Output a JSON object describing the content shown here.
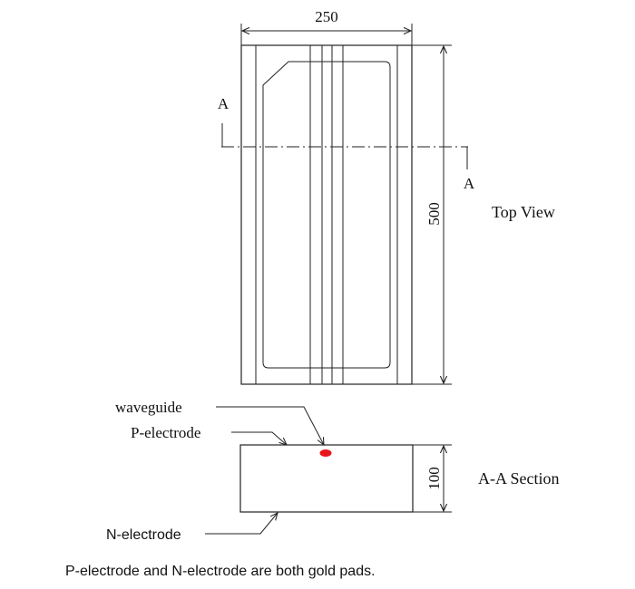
{
  "top_view": {
    "width_dim": "250",
    "length_dim": "500",
    "section_mark_left": "A",
    "section_mark_right": "A",
    "label": "Top View"
  },
  "section_view": {
    "height_dim": "100",
    "label": "A-A Section",
    "waveguide_color": "#e8161b"
  },
  "callouts": {
    "waveguide": "waveguide",
    "p_electrode": "P-electrode",
    "n_electrode": "N-electrode"
  },
  "caption": "P-electrode and N-electrode are both gold pads."
}
